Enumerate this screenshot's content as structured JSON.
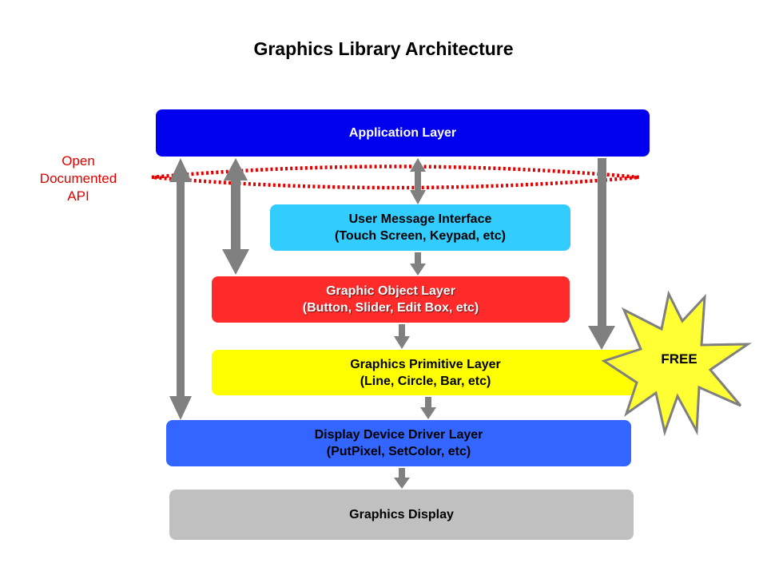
{
  "diagram": {
    "title": "Graphics Library Architecture",
    "api_label": [
      "Open",
      "Documented",
      "API"
    ],
    "badge": "FREE",
    "layers": [
      {
        "id": "app",
        "lines": [
          "Application Layer"
        ]
      },
      {
        "id": "umi",
        "lines": [
          "User Message Interface",
          "(Touch Screen, Keypad, etc)"
        ]
      },
      {
        "id": "gol",
        "lines": [
          "Graphic Object Layer",
          "(Button, Slider, Edit Box, etc)"
        ]
      },
      {
        "id": "gpl",
        "lines": [
          "Graphics Primitive Layer",
          "(Line, Circle, Bar, etc)"
        ]
      },
      {
        "id": "ddd",
        "lines": [
          "Display Device Driver Layer",
          "(PutPixel, SetColor, etc)"
        ]
      },
      {
        "id": "gd",
        "lines": [
          "Graphics Display"
        ]
      }
    ]
  },
  "colors": {
    "application_layer": "#0000EE",
    "user_message_interface": "#33CCFF",
    "graphic_object_layer": "#FF2A2A",
    "graphics_primitive_layer": "#FFFF00",
    "display_device_driver_layer": "#3366FF",
    "graphics_display": "#C0C0C0",
    "arrow": "#808080",
    "api_boundary": "#E00000",
    "free_badge": "#FFFF33"
  },
  "icons": {
    "free_badge_shape": "starburst",
    "api_boundary_shape": "dotted-ellipse"
  }
}
